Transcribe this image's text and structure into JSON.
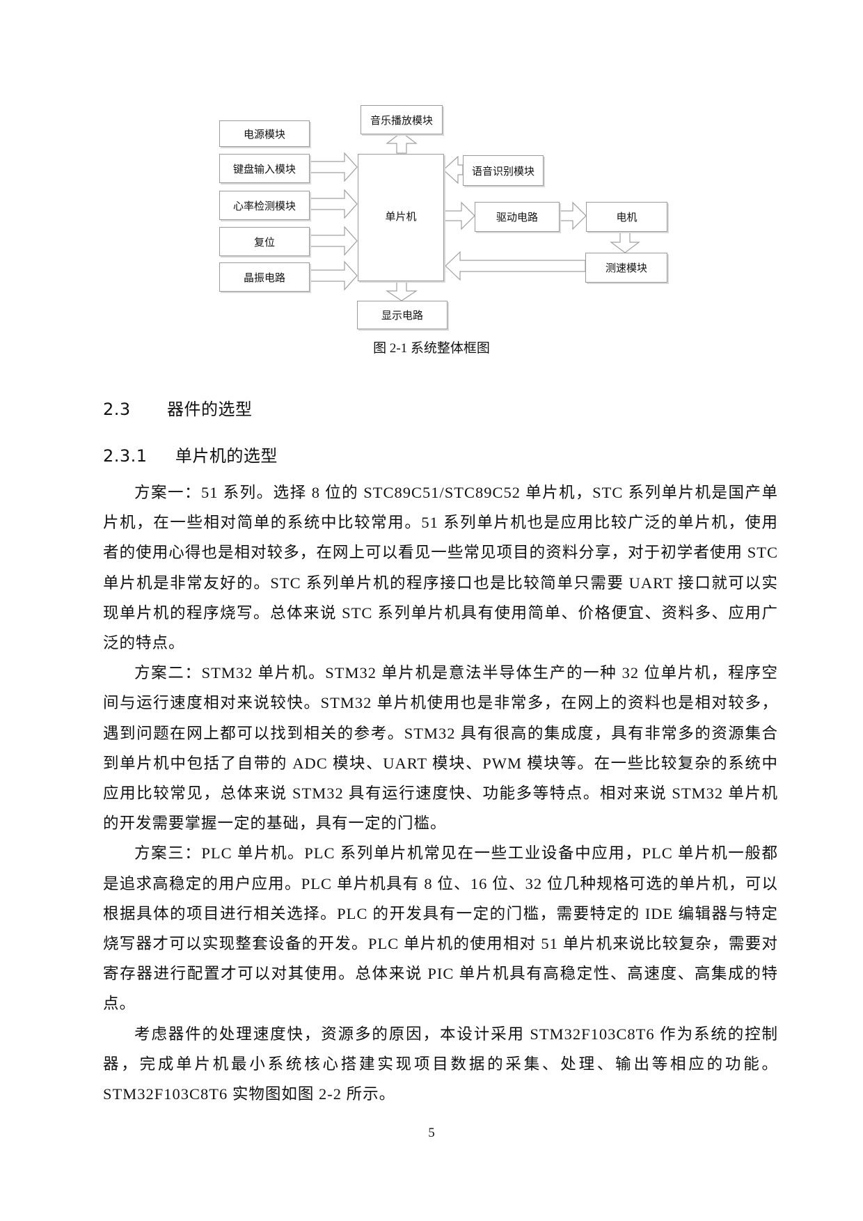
{
  "figure": {
    "caption": "图 2-1  系统整体框图",
    "blocks": {
      "power": "电源模块",
      "keyboard": "键盘输入模块",
      "heart_rate": "心率检测模块",
      "reset": "复位",
      "crystal": "晶振电路",
      "mcu": "单片机",
      "music": "音乐播放模块",
      "display": "显示电路",
      "voice": "语音识别模块",
      "driver": "驱动电路",
      "motor": "电机",
      "speed": "测速模块"
    }
  },
  "section": {
    "heading_num": "2.3",
    "heading_title": "器件的选型",
    "subsection_num": "2.3.1",
    "subsection_title": "单片机的选型"
  },
  "paragraphs": [
    "方案一：51 系列。选择 8 位的 STC89C51/STC89C52 单片机，STC 系列单片机是国产单片机，在一些相对简单的系统中比较常用。51 系列单片机也是应用比较广泛的单片机，使用者的使用心得也是相对较多，在网上可以看见一些常见项目的资料分享，对于初学者使用 STC 单片机是非常友好的。STC 系列单片机的程序接口也是比较简单只需要 UART 接口就可以实现单片机的程序烧写。总体来说 STC 系列单片机具有使用简单、价格便宜、资料多、应用广泛的特点。",
    "方案二：STM32 单片机。STM32 单片机是意法半导体生产的一种 32 位单片机，程序空间与运行速度相对来说较快。STM32 单片机使用也是非常多，在网上的资料也是相对较多，遇到问题在网上都可以找到相关的参考。STM32 具有很高的集成度，具有非常多的资源集合到单片机中包括了自带的 ADC 模块、UART 模块、PWM 模块等。在一些比较复杂的系统中应用比较常见，总体来说 STM32 具有运行速度快、功能多等特点。相对来说 STM32 单片机的开发需要掌握一定的基础，具有一定的门槛。",
    "方案三：PLC 单片机。PLC 系列单片机常见在一些工业设备中应用，PLC 单片机一般都是追求高稳定的用户应用。PLC 单片机具有 8 位、16 位、32 位几种规格可选的单片机，可以根据具体的项目进行相关选择。PLC 的开发具有一定的门槛，需要特定的 IDE 编辑器与特定烧写器才可以实现整套设备的开发。PLC 单片机的使用相对 51 单片机来说比较复杂，需要对寄存器进行配置才可以对其使用。总体来说 PIC 单片机具有高稳定性、高速度、高集成的特点。",
    "考虑器件的处理速度快，资源多的原因，本设计采用 STM32F103C8T6 作为系统的控制器，完成单片机最小系统核心搭建实现项目数据的采集、处理、输出等相应的功能。STM32F103C8T6 实物图如图 2-2 所示。"
  ],
  "footer": {
    "page_number": "5"
  }
}
